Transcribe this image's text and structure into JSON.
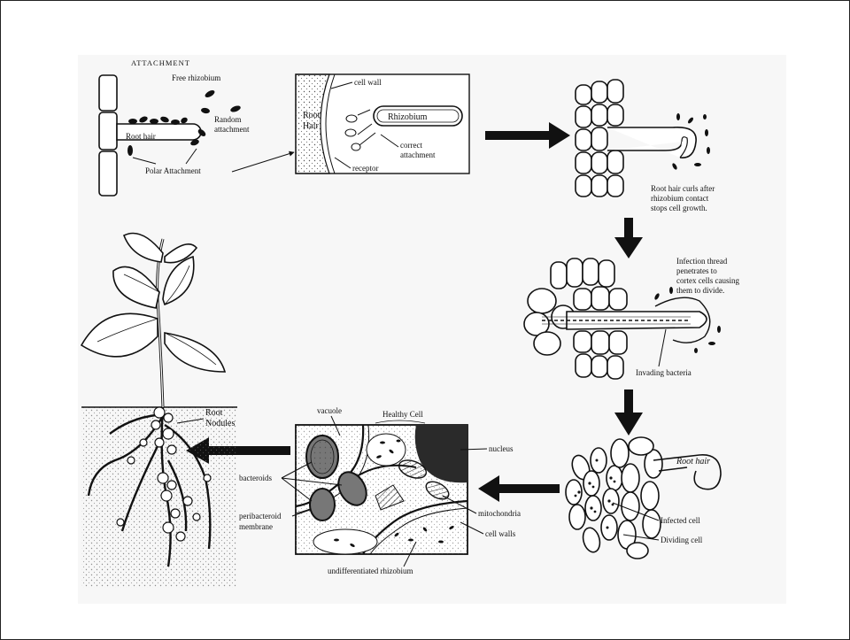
{
  "stage1": {
    "heading": "ATTACHMENT",
    "free_rhizobium": "Free rhizobium",
    "random_1": "Random",
    "random_2": "attachment",
    "root_hair": "Root hair",
    "polar": "Polar Attachment"
  },
  "stage2": {
    "cell_wall": "cell wall",
    "root_1": "Root",
    "root_2": "Hair",
    "rhizobium": "Rhizobium",
    "correct_1": "correct",
    "correct_2": "attachment",
    "receptor": "receptor"
  },
  "stage3": {
    "caption": [
      "Root hair curls after",
      "rhizobium contact",
      "stops cell growth."
    ]
  },
  "stage4": {
    "caption": [
      "Infection thread",
      "penetrates to",
      "cortex cells causing",
      "them to divide."
    ],
    "invading": "Invading bacteria"
  },
  "stage5": {
    "root_hair": "Root hair",
    "infected": "Infected cell",
    "dividing": "Dividing cell"
  },
  "stage6": {
    "healthy": "Healthy Cell",
    "vacuole": "vacuole",
    "nucleus": "nucleus",
    "bacteroids": "bacteroids",
    "peri_1": "peribacteroid",
    "peri_2": "membrane",
    "mitochondria": "mitochondria",
    "cell_walls": "cell walls",
    "undiff": "undifferentiated rhizobium"
  },
  "stage7": {
    "nodules_1": "Root",
    "nodules_2": "Nodules"
  },
  "colors": {
    "ink": "#111111",
    "paper": "#ffffff",
    "stipple": "#d8d8d8"
  }
}
